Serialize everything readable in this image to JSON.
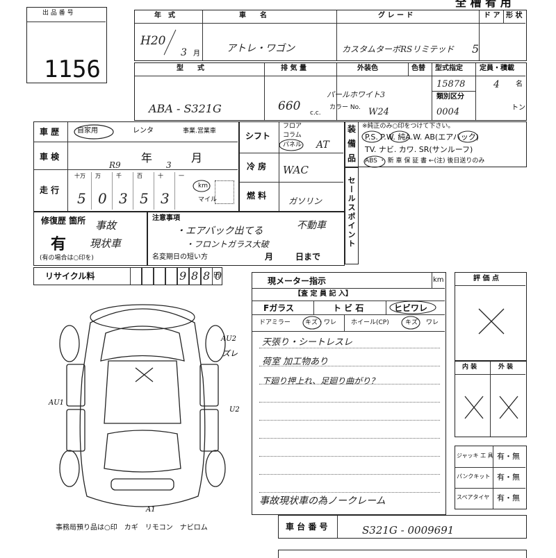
{
  "lot": {
    "label": "出 品 番 号",
    "number": "1156"
  },
  "header_title": "全 槽 肴 用",
  "row1": {
    "year_label": "年　式",
    "model_name_label": "車　　名",
    "grade_label": "グ レ ー ド",
    "door_label": "ド ア",
    "shape_label": "形 状",
    "year_value": "H20",
    "month_value": "3",
    "month_unit": "月",
    "car_name": "アトレ・ワゴン",
    "grade": "カスタムターボRSリミテッド",
    "doors": "5"
  },
  "row2": {
    "type_label": "型　　式",
    "displacement_label": "排 気 量",
    "color_label": "外装色",
    "color_change_label": "色替",
    "type_designation_label": "型式指定",
    "capacity_label": "定員・積載",
    "classification_label": "類別区分",
    "model_code": "ABA - S321G",
    "displacement": "660",
    "cc_unit": "c.c.",
    "color_name": "パールホワイト3",
    "color_no_label": "カラー No.",
    "color_no": "W24",
    "type_designation": "15878",
    "classification": "0004",
    "capacity": "4",
    "capacity_unit": "名",
    "load_unit": "トン"
  },
  "history": {
    "label": "車 歴",
    "options": [
      "自家用",
      "レンタ",
      "事業.営業車"
    ],
    "inspection_label": "車 検",
    "inspection_era": "R9",
    "inspection_year": "年",
    "inspection_month_value": "3",
    "inspection_month": "月",
    "mileage_label": "走 行",
    "digit_labels": [
      "十万",
      "万",
      "千",
      "百",
      "十",
      "一"
    ],
    "digits": [
      "5",
      "0",
      "3",
      "5",
      "3"
    ],
    "unit_km": "km",
    "unit_mile": "マイル"
  },
  "shift": {
    "label": "シフト",
    "options": [
      "フロア",
      "コラム",
      "パネル"
    ],
    "value": "AT"
  },
  "ac": {
    "label": "冷 房",
    "value": "WAC"
  },
  "fuel": {
    "label": "燃 料",
    "value": "ガソリン"
  },
  "equipment": {
    "label": "装 備 品",
    "note": "※純正のみ○印をつけて下さい。",
    "line1": "P.S. P.W. 純A.W. AB(エアバック)",
    "line2": "TV. ナビ. カワ. SR(サンルーフ)",
    "line3": "ABS ・ 新 車 保 証 書 ←(注) 後日送りのみ"
  },
  "sales_point_label": "セールスポイント",
  "repair": {
    "label": "修復歴 箇所",
    "value": "有",
    "note": "(有の場合は○印を)",
    "accident": "事故",
    "current": "現状車"
  },
  "notes": {
    "label": "注意事項",
    "item1": "・エアバック出てる",
    "item2": "・フロントガラス大破",
    "not_running": "不動車",
    "name_change": "名変期日の短い方",
    "month": "月",
    "day": "日まで"
  },
  "recycle": {
    "label": "リサイクル料",
    "digits": [
      "9",
      "8",
      "8",
      "0"
    ],
    "unit": "円"
  },
  "meter": {
    "label": "現メーター指示",
    "unit": "km"
  },
  "inspector": {
    "header": "【査 定 員 記 入】",
    "glass": "Fガラス",
    "chip": "ト ビ 石",
    "crack": "ヒビワレ",
    "mirror": "ドアミラー",
    "mirror_state": "キズ・ワレ",
    "wheel": "ホイール(CP)",
    "wheel_scratch": "キズ",
    "wheel_crack": "ワレ",
    "remark1": "天張り・シートレスレ",
    "remark2": "荷室 加工物あり",
    "remark3": "下廻り押上れ、足廻り曲がり？",
    "bottom_remark": "事故現状車の為ノークレーム"
  },
  "grade": {
    "label": "評 価 点",
    "interior_label": "内 装",
    "exterior_label": "外 装"
  },
  "tools": [
    {
      "label": "ジャッキ 工 具",
      "value": "有・無"
    },
    {
      "label": "パンクキット",
      "value": "有・無"
    },
    {
      "label": "スペアタイヤ",
      "value": "有・無"
    }
  ],
  "chassis": {
    "label": "車 台 番 号",
    "value": "S321G - 0009691"
  },
  "diagram_marks": {
    "au2": "AU2",
    "dure": "ズレ",
    "au1": "AU1",
    "u2": "U2",
    "a1": "A1"
  },
  "office_note": "事務局預り品は○印　カギ　リモコン　ナビロム"
}
